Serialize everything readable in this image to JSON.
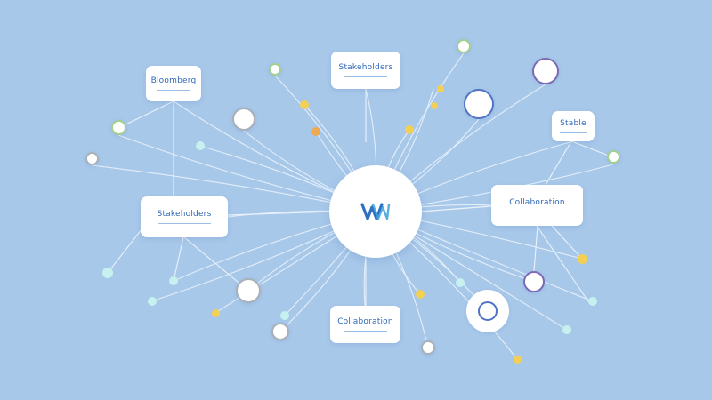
{
  "hub": {
    "icon": "w-logo-icon"
  },
  "cards": [
    {
      "id": "top-left",
      "label": "Bloomberg"
    },
    {
      "id": "top-center",
      "label": "Stakeholders"
    },
    {
      "id": "right-top",
      "label": "Stable"
    },
    {
      "id": "left-mid",
      "label": "Stakeholders"
    },
    {
      "id": "right-mid",
      "label": "Collaboration"
    },
    {
      "id": "bottom-center",
      "label": "Collaboration"
    }
  ],
  "colors": {
    "background": "#a8c8ea",
    "line": "#e9f2fb",
    "ring_purple": "#7c69b3",
    "ring_blue": "#4f74c4",
    "ring_gray": "#aab0b8",
    "ring_green": "#a4cf8f",
    "dot_yellow": "#f2cf55",
    "dot_orange": "#eeaa52",
    "dot_cyan": "#c6f1ef"
  }
}
